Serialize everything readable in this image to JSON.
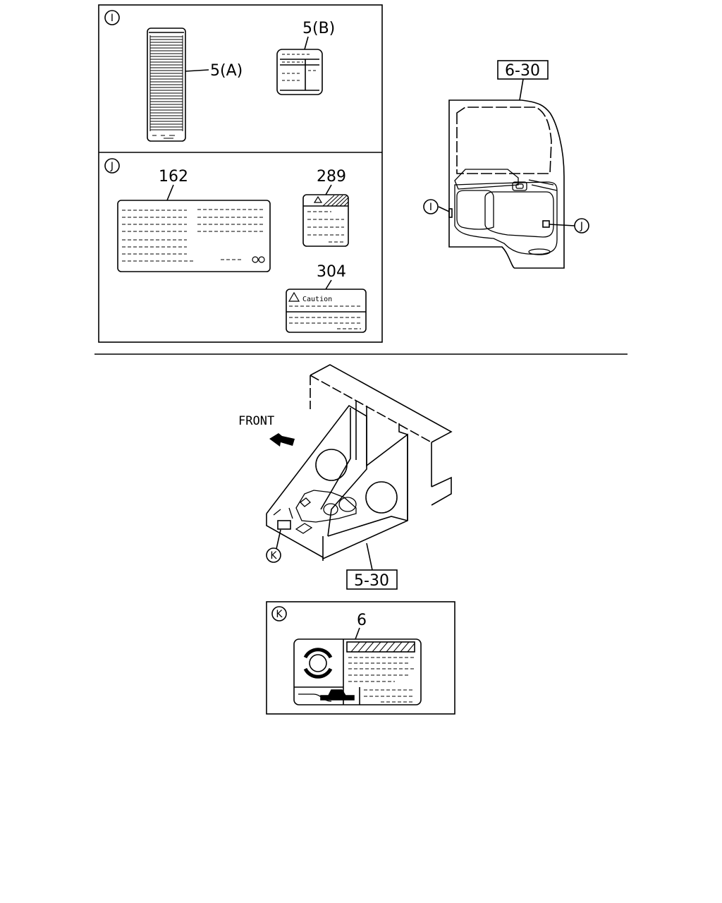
{
  "callouts": {
    "I": "I",
    "J": "J",
    "K": "K"
  },
  "labels": {
    "part_5a": "5(A)",
    "part_5b": "5(B)",
    "part_162": "162",
    "part_289": "289",
    "part_304": "304",
    "part_6": "6"
  },
  "refs": {
    "ref_6_30": "6-30",
    "ref_5_30": "5-30"
  },
  "texts": {
    "caution": "Caution",
    "front": "FRONT"
  }
}
